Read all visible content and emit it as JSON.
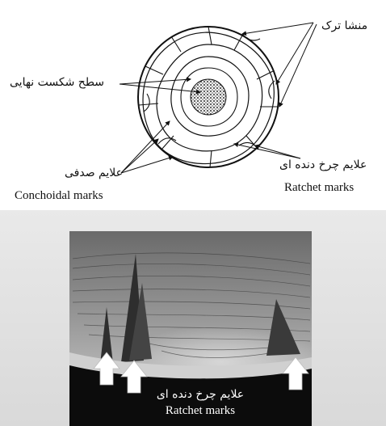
{
  "diagram": {
    "labels": {
      "crack_origins": "منشا ترک",
      "final_fracture_surface": "سطح شکست نهایی",
      "conchoidal_marks_fa": "علایم صدفی",
      "conchoidal_marks_en": "Conchoidal marks",
      "ratchet_marks_fa": "علایم چرخ دنده ای",
      "ratchet_marks_en": "Ratchet marks"
    }
  },
  "photo": {
    "caption_fa": "علایم چرخ دنده ای",
    "caption_en": "Ratchet marks"
  }
}
